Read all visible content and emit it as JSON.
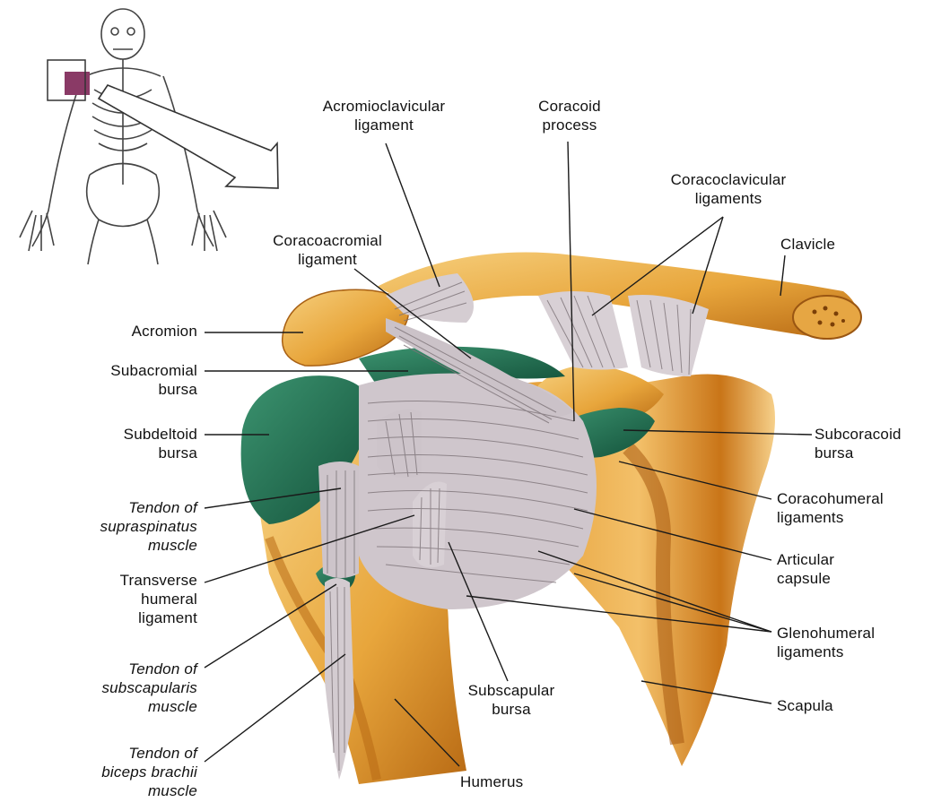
{
  "palette": {
    "bone": "#e8a63c",
    "bone_dark": "#b86a14",
    "bone_light": "#f6cf7d",
    "bursa": "#1f6b4d",
    "ligament": "#c9c1c7",
    "ligament_line": "#7d7378",
    "leader": "#1a1a1a"
  },
  "labels": {
    "acromioclavicular": "Acromioclavicular\nligament",
    "coracoid_process": "Coracoid\nprocess",
    "coracoclavicular": "Coracoclavicular\nligaments",
    "clavicle": "Clavicle",
    "coracoacromial": "Coracoacromial\nligament",
    "acromion": "Acromion",
    "subacromial": "Subacromial\nbursa",
    "subdeltoid": "Subdeltoid\nbursa",
    "supraspinatus": "Tendon of\nsupraspinatus\nmuscle",
    "transverse_humeral": "Transverse\nhumeral\nligament",
    "subscapularis": "Tendon of\nsubscapularis\nmuscle",
    "biceps": "Tendon of\nbiceps brachii\nmuscle",
    "subcoracoid": "Subcoracoid\nbursa",
    "coracohumeral": "Coracohumeral\nligaments",
    "articular_capsule": "Articular\ncapsule",
    "glenohumeral": "Glenohumeral\nligaments",
    "scapula": "Scapula",
    "subscapular_bursa": "Subscapular\nbursa",
    "humerus": "Humerus"
  }
}
